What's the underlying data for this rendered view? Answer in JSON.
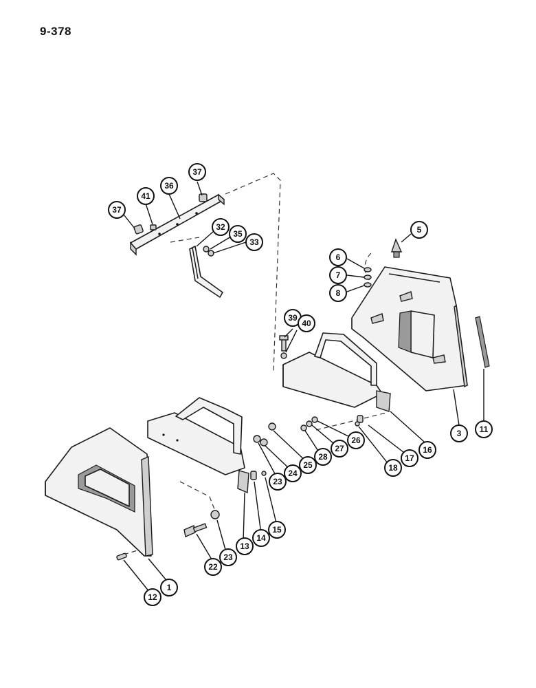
{
  "page_number": "9-378",
  "callouts": [
    {
      "id": "c1",
      "label": "1"
    },
    {
      "id": "c3",
      "label": "3"
    },
    {
      "id": "c5",
      "label": "5"
    },
    {
      "id": "c6",
      "label": "6"
    },
    {
      "id": "c7",
      "label": "7"
    },
    {
      "id": "c8",
      "label": "8"
    },
    {
      "id": "c11",
      "label": "11"
    },
    {
      "id": "c12",
      "label": "12"
    },
    {
      "id": "c13",
      "label": "13"
    },
    {
      "id": "c14",
      "label": "14"
    },
    {
      "id": "c15",
      "label": "15"
    },
    {
      "id": "c16",
      "label": "16"
    },
    {
      "id": "c17",
      "label": "17"
    },
    {
      "id": "c18",
      "label": "18"
    },
    {
      "id": "c22",
      "label": "22"
    },
    {
      "id": "c23a",
      "label": "23"
    },
    {
      "id": "c23b",
      "label": "23"
    },
    {
      "id": "c24",
      "label": "24"
    },
    {
      "id": "c25",
      "label": "25"
    },
    {
      "id": "c26",
      "label": "26"
    },
    {
      "id": "c27",
      "label": "27"
    },
    {
      "id": "c28",
      "label": "28"
    },
    {
      "id": "c32",
      "label": "32"
    },
    {
      "id": "c33",
      "label": "33"
    },
    {
      "id": "c35",
      "label": "35"
    },
    {
      "id": "c36",
      "label": "36"
    },
    {
      "id": "c37a",
      "label": "37"
    },
    {
      "id": "c37b",
      "label": "37"
    },
    {
      "id": "c39",
      "label": "39"
    },
    {
      "id": "c40",
      "label": "40"
    },
    {
      "id": "c41",
      "label": "41"
    }
  ]
}
